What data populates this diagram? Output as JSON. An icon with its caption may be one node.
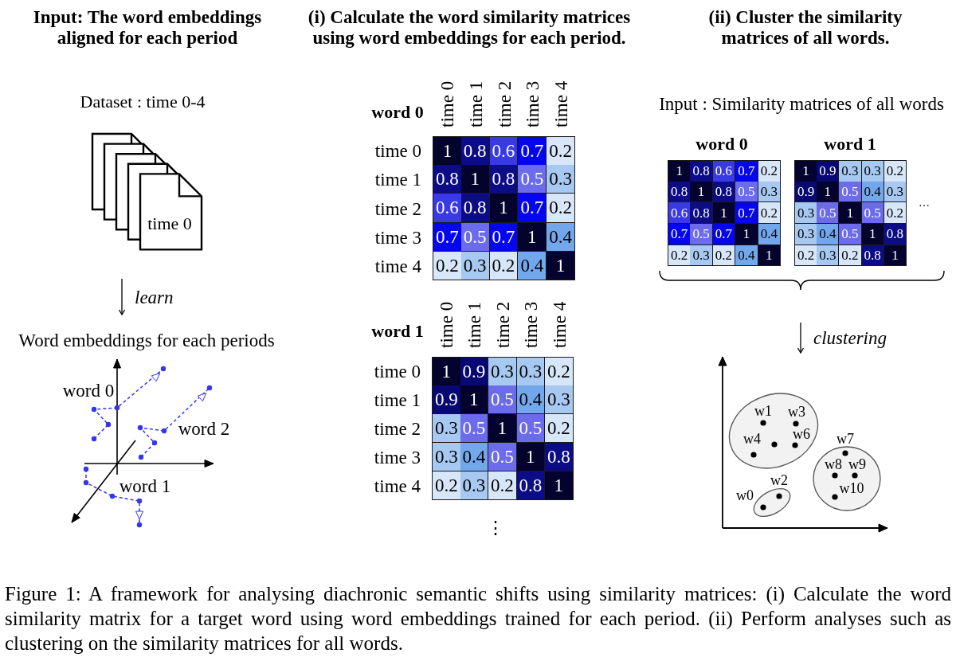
{
  "diagram": {
    "caption": "Figure 1: A framework for analysing diachronic semantic shifts using similarity matrices: (i) Calculate the word similarity matrix for a target word using word embeddings trained for each period. (ii) Perform analyses such as clustering on the similarity matrices for all words.",
    "nodes": [
      {
        "text": [
          "Dataset : time 0-4",
          "time 0"
        ]
      },
      {
        "text": [
          "Word embeddings for each periods",
          "word 0",
          "word 2",
          "word 1"
        ]
      },
      {
        "text": [
          "word 0",
          "time 0",
          "time 1",
          "time 2",
          "time 3",
          "time 4",
          "time 0",
          "1",
          "0.8",
          "0.6",
          "0.7",
          "0.2",
          "time 1",
          "0.8",
          "1",
          "0.8",
          "0.5",
          "0.3",
          "time 2",
          "0.6",
          "0.8",
          "1",
          "0.7",
          "0.2",
          "time 3",
          "0.7",
          "0.5",
          "0.7",
          "1",
          "0.4",
          "time 4",
          "0.2",
          "0.3",
          "0.2",
          "0.4",
          "1"
        ]
      },
      {
        "text": [
          "word 1",
          "time 0",
          "time 1",
          "time 2",
          "time 3",
          "time 4",
          "time 0",
          "1",
          "0.9",
          "0.3",
          "0.3",
          "0.2",
          "time 1",
          "0.9",
          "1",
          "0.5",
          "0.4",
          "0.3",
          "time 2",
          "0.3",
          "0.5",
          "1",
          "0.5",
          "0.2",
          "time 3",
          "0.3",
          "0.4",
          "0.5",
          "1",
          "0.8",
          "time 4",
          "0.2",
          "0.3",
          "0.2",
          "0.8",
          "1"
        ]
      },
      {
        "text": [
          "Input : Similarity matrices of all words"
        ]
      },
      {
        "text": [
          "word 0",
          "1",
          "0.8",
          "0.6",
          "0.7",
          "0.2",
          "0.8",
          "1",
          "0.8",
          "0.5",
          "0.3",
          "0.6",
          "0.8",
          "1",
          "0.7",
          "0.2",
          "0.7",
          "0.5",
          "0.7",
          "1",
          "0.4",
          "0.2",
          "0.3",
          "0.2",
          "0.4",
          "1"
        ],
        "in": 4
      },
      {
        "text": [
          "word 1",
          "1",
          "0.9",
          "0.3",
          "0.3",
          "0.2",
          "0.9",
          "1",
          "0.5",
          "0.4",
          "0.3",
          "0.3",
          "0.5",
          "1",
          "0.5",
          "0.2",
          "0.3",
          "0.4",
          "0.5",
          "1",
          "0.8",
          "0.2",
          "0.3",
          "0.2",
          "0.8",
          "1"
        ],
        "in": 4
      },
      {
        "text": [],
        "shape": "picture"
      },
      {
        "text": [
          "w1",
          "w3",
          "w4",
          "w6"
        ],
        "in": 7
      },
      {
        "text": [
          "w7",
          "w8",
          "w9",
          "w10"
        ],
        "in": 7
      },
      {
        "text": [
          "w0",
          "w2"
        ],
        "in": 7
      }
    ],
    "edges": [
      {
        "from": 0,
        "to": 1,
        "arrow": "to",
        "label": "learn"
      },
      {
        "from": 4,
        "to": 7,
        "arrow": "to",
        "label": "clustering"
      }
    ],
    "labels": [
      "Input: The word embeddings aligned for each period",
      "(i) Calculate the word similarity matrices using word embeddings for each period.",
      "(ii) Cluster the similarity matrices of all words.",
      "⋮",
      "…"
    ]
  }
}
